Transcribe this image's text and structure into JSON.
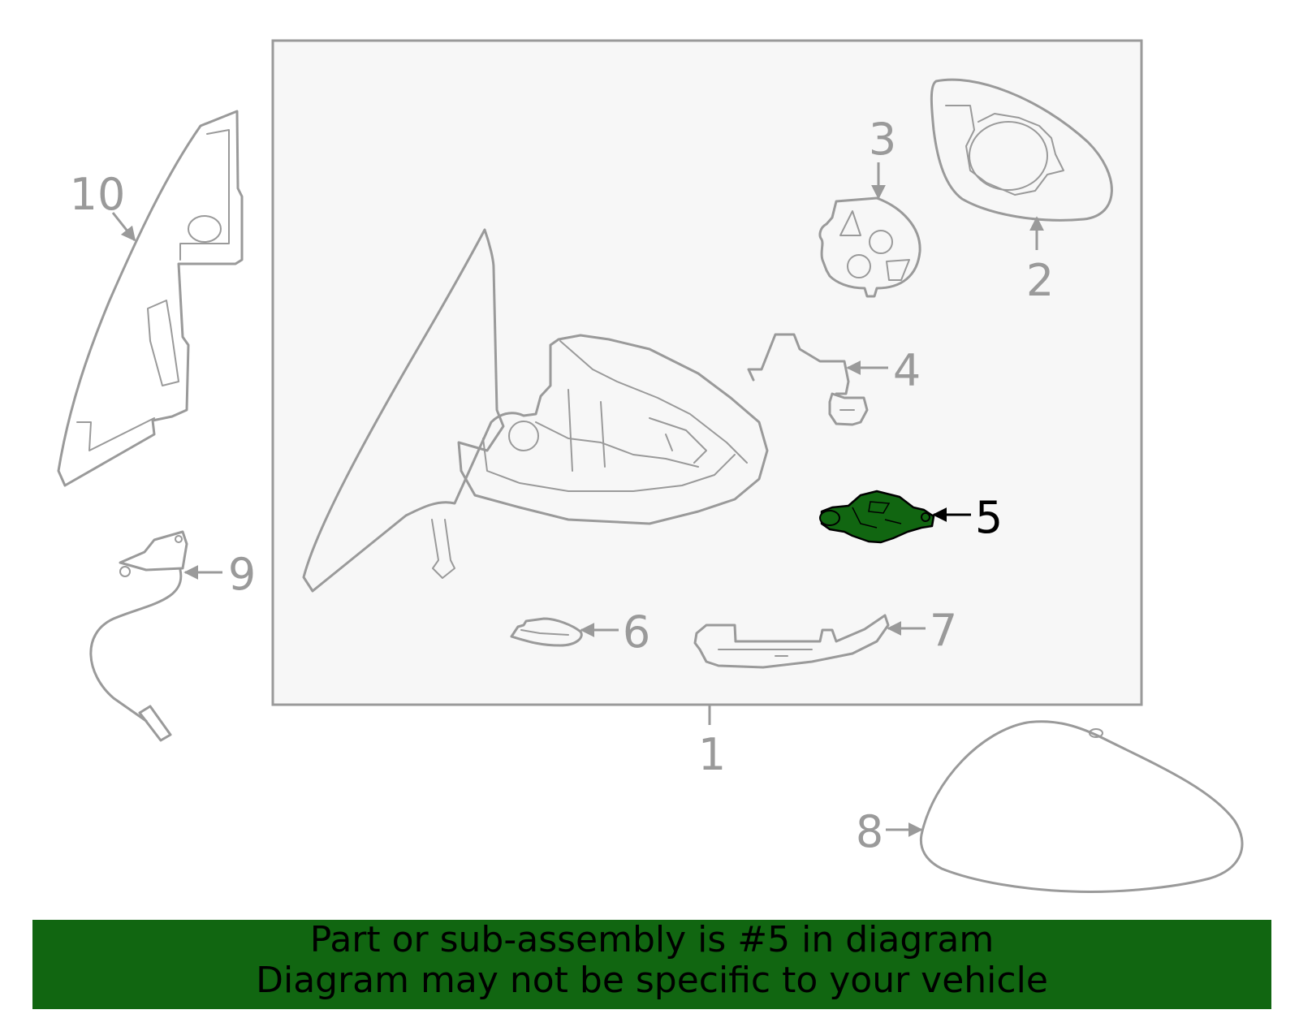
{
  "callouts": [
    "1",
    "2",
    "3",
    "4",
    "5",
    "6",
    "7",
    "8",
    "9",
    "10"
  ],
  "highlighted_part": "5",
  "colors": {
    "line": "#9a9a9a",
    "box_fill": "#f7f7f7",
    "highlight_fill": "#116611",
    "banner_bg": "#116611",
    "banner_text": "#000000"
  },
  "banner": {
    "line1": "Part or sub-assembly is #5 in diagram",
    "line2": "Diagram may not be specific to your vehicle"
  }
}
